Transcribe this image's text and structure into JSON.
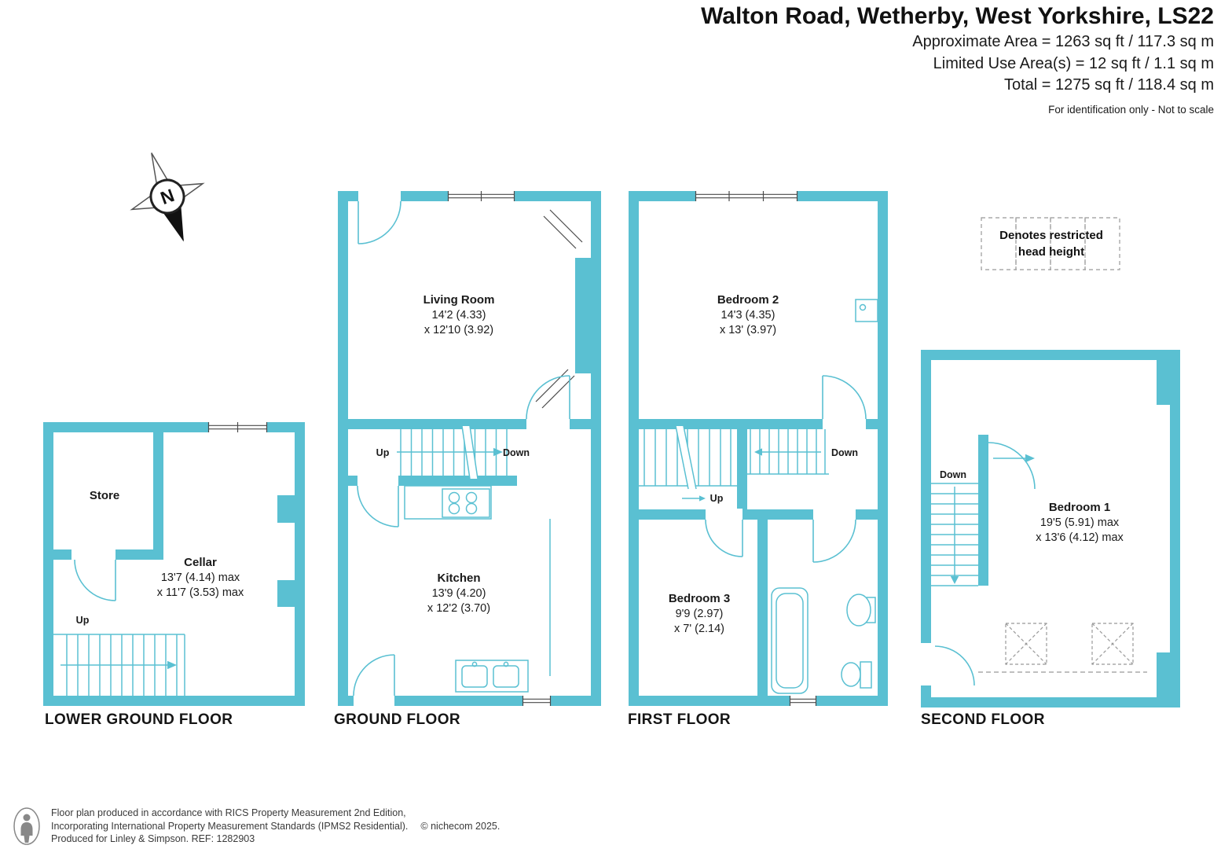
{
  "header": {
    "title": "Walton Road, Wetherby, West Yorkshire, LS22",
    "approx_area": "Approximate Area = 1263 sq ft / 117.3 sq m",
    "limited_area": "Limited Use Area(s) = 12 sq ft / 1.1 sq m",
    "total_area": "Total = 1275 sq ft / 118.4 sq m",
    "disclaimer": "For identification only - Not to scale"
  },
  "compass": {
    "label": "N"
  },
  "legend": {
    "line1": "Denotes restricted",
    "line2": "head height"
  },
  "floors": [
    {
      "label": "LOWER GROUND FLOOR",
      "rooms": [
        {
          "name": "Store"
        },
        {
          "name": "Cellar",
          "dim1": "13'7 (4.14) max",
          "dim2": "x 11'7 (3.53) max"
        }
      ],
      "stair_labels": [
        {
          "text": "Up"
        }
      ]
    },
    {
      "label": "GROUND FLOOR",
      "rooms": [
        {
          "name": "Living Room",
          "dim1": "14'2 (4.33)",
          "dim2": "x 12'10 (3.92)"
        },
        {
          "name": "Kitchen",
          "dim1": "13'9 (4.20)",
          "dim2": "x 12'2 (3.70)"
        }
      ],
      "stair_labels": [
        {
          "text": "Up"
        },
        {
          "text": "Down"
        }
      ]
    },
    {
      "label": "FIRST FLOOR",
      "rooms": [
        {
          "name": "Bedroom 2",
          "dim1": "14'3 (4.35)",
          "dim2": "x 13' (3.97)"
        },
        {
          "name": "Bedroom 3",
          "dim1": "9'9 (2.97)",
          "dim2": "x 7' (2.14)"
        }
      ],
      "stair_labels": [
        {
          "text": "Down"
        },
        {
          "text": "Up"
        }
      ]
    },
    {
      "label": "SECOND FLOOR",
      "rooms": [
        {
          "name": "Bedroom 1",
          "dim1": "19'5 (5.91) max",
          "dim2": "x 13'6 (4.12) max"
        }
      ],
      "stair_labels": [
        {
          "text": "Down"
        }
      ]
    }
  ],
  "footer": {
    "line1": "Floor plan produced in accordance with RICS Property Measurement 2nd Edition,",
    "line2": "Incorporating International Property Measurement Standards (IPMS2 Residential).",
    "copyright": "© nichecom 2025.",
    "line3": "Produced for Linley & Simpson.   REF: 1282903"
  },
  "colors": {
    "wall": "#5ac0d2",
    "window_line": "#4a4a4a",
    "restricted_dash": "#999999"
  }
}
